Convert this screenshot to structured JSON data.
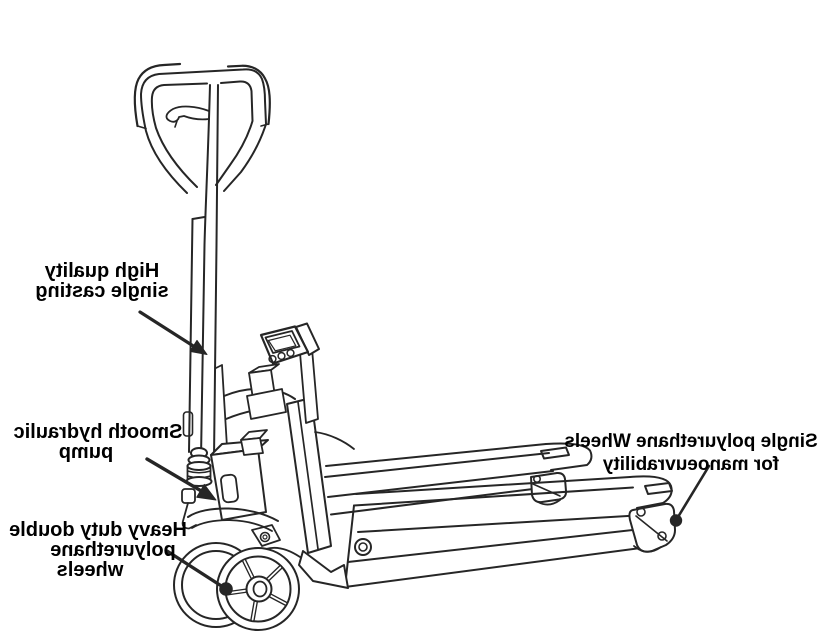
{
  "page": {
    "background": "#ffffff"
  },
  "diagram": {
    "subject": "Hand pallet truck with weighing indicator (mirrored annotated line drawing)",
    "line_color": "#262626",
    "text_color": "#000000",
    "labels": {
      "casting": {
        "line1": "High quality",
        "line2": "single casting"
      },
      "pump": {
        "line1": "Smooth hydraulic",
        "line2": "pump"
      },
      "steer_wheels": {
        "line1": "Heavy duty double",
        "line2": "polyurethane",
        "line3": "wheels"
      },
      "load_wheels": {
        "line1": "Single polyurethane Wheels",
        "line2": "for manoeuvrability"
      }
    }
  }
}
